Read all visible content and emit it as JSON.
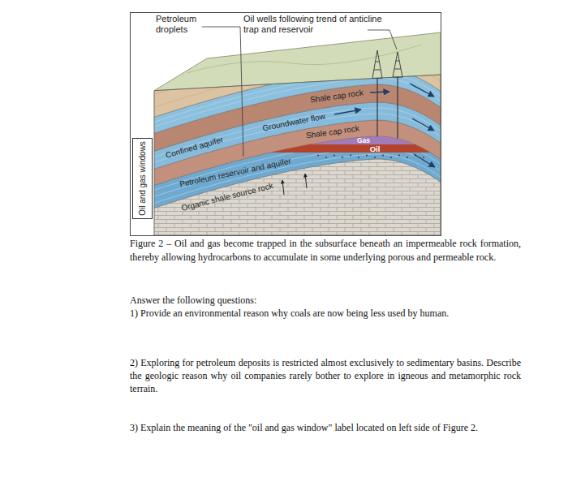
{
  "diagram": {
    "caption": "Figure 2 – Oil and gas become trapped in the subsurface beneath an impermeable rock formation, thereby allowing hydrocarbons to accumulate in some underlying porous and permeable rock.",
    "labels": [
      "Petroleum droplets",
      "Oil wells following trend of anticline trap and reservoir",
      "Shale cap rock",
      "Groundwater flow",
      "Shale cap rock",
      "Gas",
      "Oil",
      "Confined aquifer",
      "Petroleum reservoir and aquifer",
      "Organic shale source rock",
      "Oil and gas windows",
      "Answer the following questions:",
      "1) Provide an environmental reason why coals are now being less used by human.",
      "2) Exploring for petroleum deposits is restricted almost exclusively to sedimentary basins. Describe the geologic reason why oil companies rarely bother to explore in igneous and metamorphic rock terrain.",
      "3) Explain the meaning of the \"oil and gas window\" label located on left side of Figure 2."
    ]
  }
}
